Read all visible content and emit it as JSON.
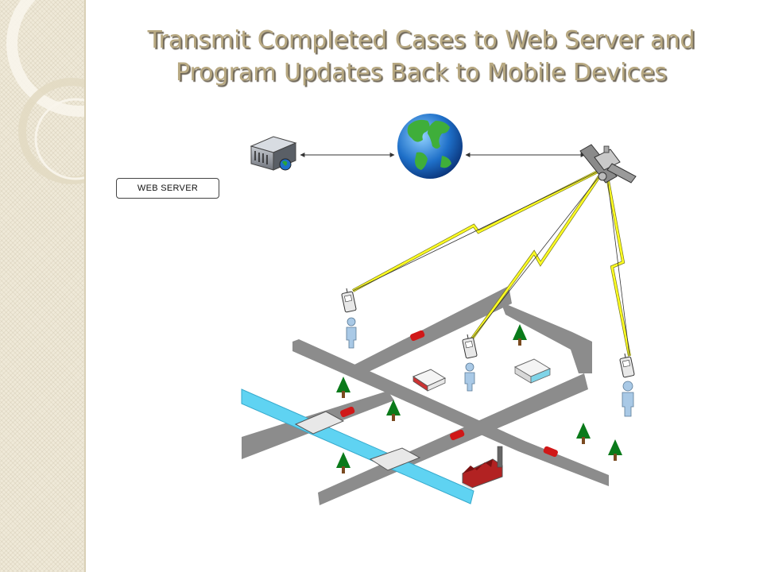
{
  "slide": {
    "title_line1": "Transmit Completed Cases to Web Server and",
    "title_line2": "Program Updates Back to Mobile Devices"
  },
  "labels": {
    "web_server": "WEB SERVER"
  },
  "colors": {
    "title": "#b8a982",
    "title_shadow": "#6d6556",
    "road": "#8c8c8c",
    "river": "#5fd3f2",
    "lightning": "#ffff22",
    "tree": "#0a7a1a",
    "person": "#a9c9e6"
  },
  "icons": [
    "server-icon",
    "globe-icon",
    "satellite-icon",
    "mobile-phone-icon",
    "person-icon",
    "car-icon",
    "tree-icon",
    "bridge-icon",
    "factory-icon",
    "store-icon",
    "building-icon"
  ]
}
